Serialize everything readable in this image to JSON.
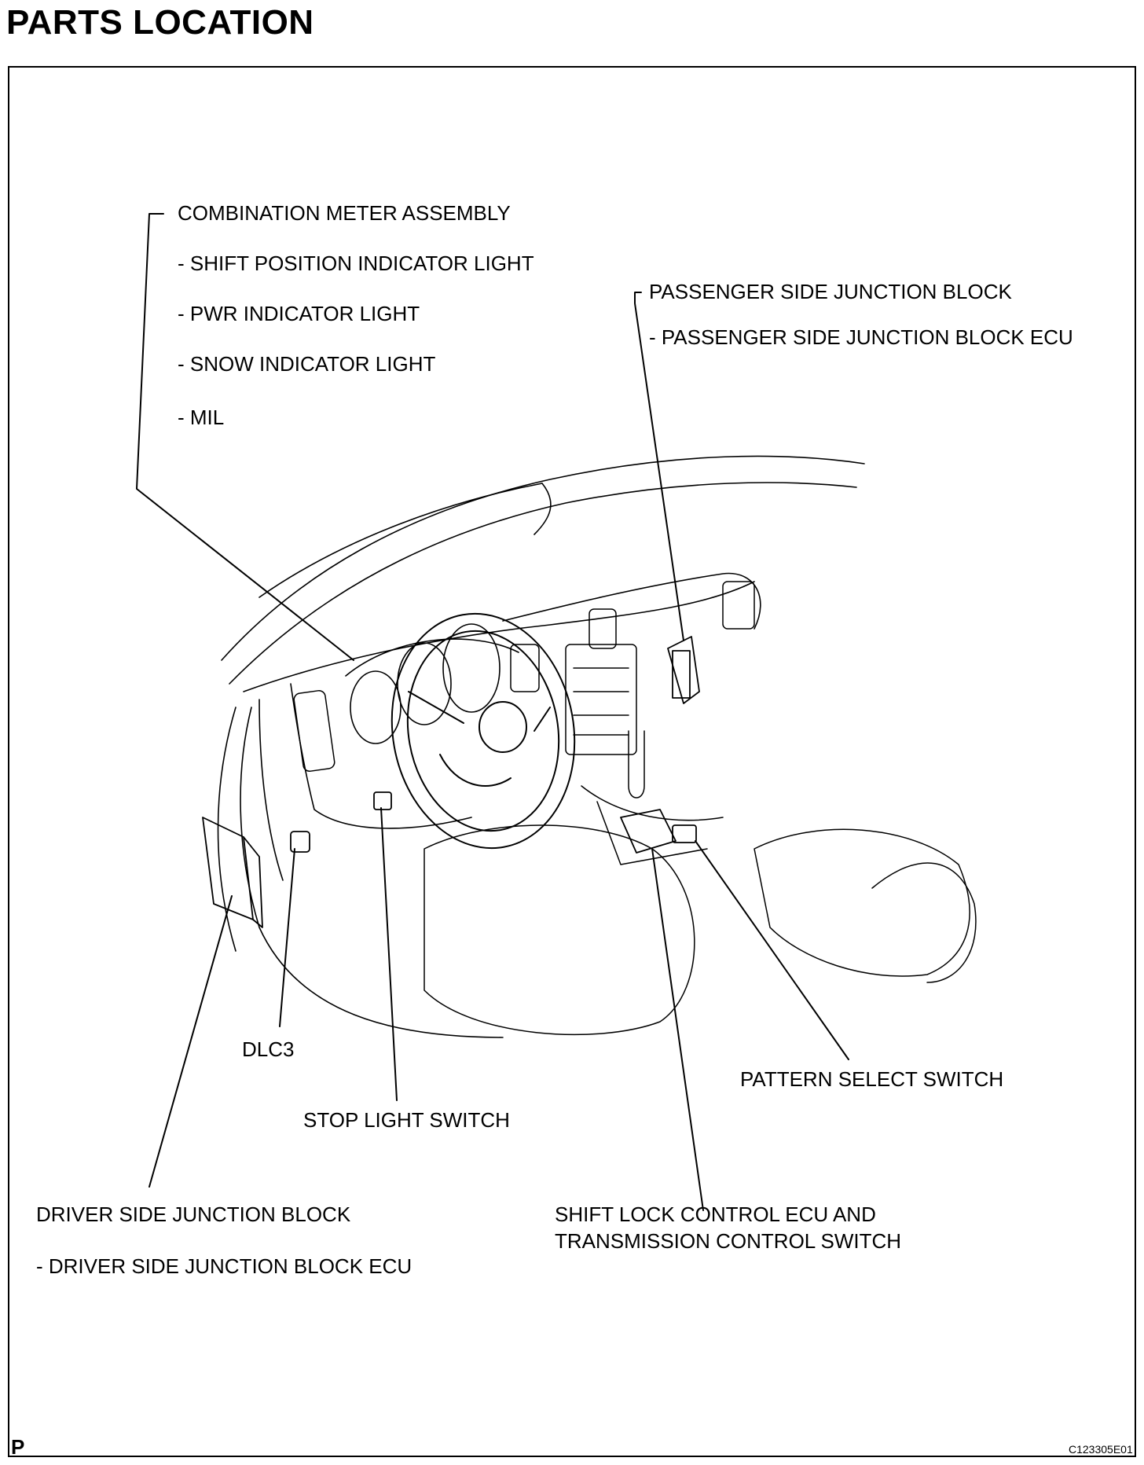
{
  "page": {
    "title": "PARTS LOCATION",
    "corner_mark": "P",
    "figure_id": "C123305E01"
  },
  "callouts": {
    "combination_meter": {
      "heading": "COMBINATION METER ASSEMBLY",
      "items": [
        "- SHIFT POSITION INDICATOR LIGHT",
        "- PWR INDICATOR LIGHT",
        "- SNOW INDICATOR LIGHT",
        "- MIL"
      ]
    },
    "passenger_jb": {
      "heading": "PASSENGER SIDE JUNCTION BLOCK",
      "items": [
        "- PASSENGER SIDE JUNCTION BLOCK ECU"
      ]
    },
    "dlc3": "DLC3",
    "stop_light_switch": "STOP LIGHT SWITCH",
    "pattern_select_switch": "PATTERN SELECT SWITCH",
    "driver_jb": {
      "heading": "DRIVER SIDE JUNCTION BLOCK",
      "items": [
        "- DRIVER SIDE JUNCTION BLOCK ECU"
      ]
    },
    "shift_lock": {
      "line1": "SHIFT LOCK CONTROL ECU AND",
      "line2": "TRANSMISSION CONTROL SWITCH"
    }
  }
}
